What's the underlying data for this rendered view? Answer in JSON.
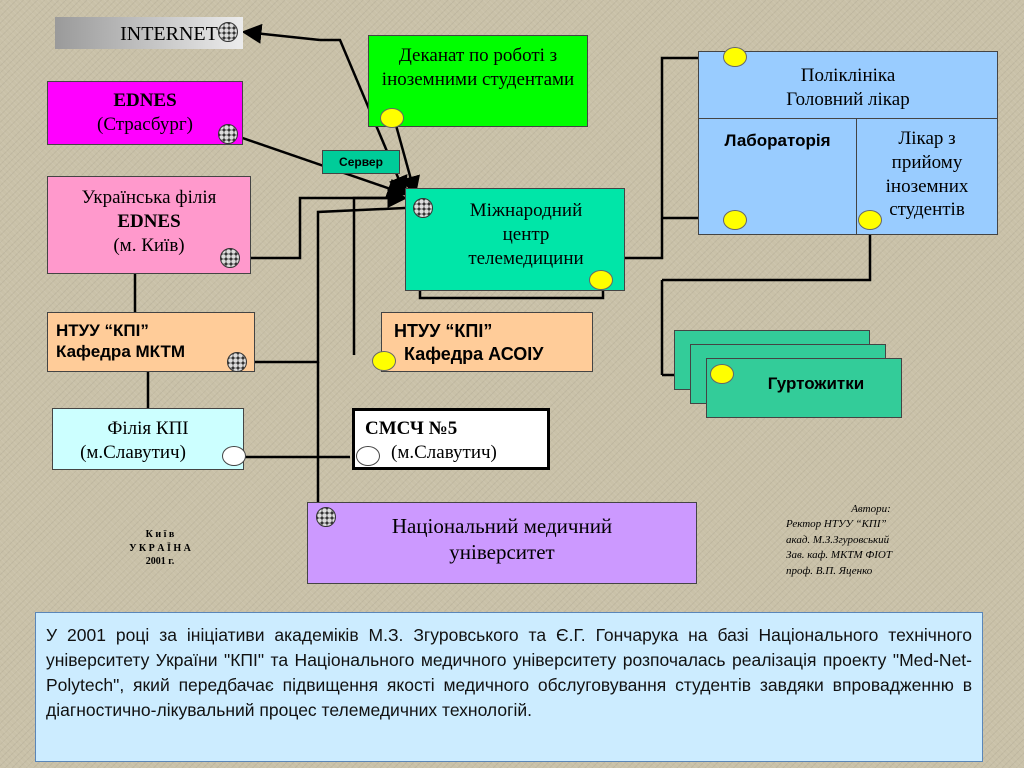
{
  "internet": {
    "label": "INTERNET"
  },
  "ednes": {
    "title": "EDNES",
    "city": "(Страсбург)"
  },
  "ukr_ednes": {
    "line1": "Українська філія",
    "line2": "EDNES",
    "line3": "(м. Київ)"
  },
  "ntuu_mktm": {
    "line1": "НТУУ “КПІ”",
    "line2": "Кафедра МКТМ"
  },
  "filia_kpi": {
    "line1": "Філія КПІ",
    "line2": "(м.Славутич)"
  },
  "dekanat": {
    "text": "Деканат по роботі з іноземними студентами"
  },
  "server": {
    "label": "Сервер"
  },
  "center": {
    "line1": "Міжнародний",
    "line2": "центр",
    "line3": "телемедицини"
  },
  "ntuu_asoiu": {
    "line1": "НТУУ “КПІ”",
    "line2": "Кафедра АСОІУ"
  },
  "smsch": {
    "line1": "СМСЧ №5",
    "line2": "(м.Славутич)"
  },
  "med_univ": {
    "line1": "Національний медичний",
    "line2": "університет"
  },
  "clinic": {
    "line1": "Поліклініка",
    "line2": "Головний лікар",
    "lab": "Лабораторія",
    "doctor": [
      "Лікар з",
      "прийому",
      "іноземних",
      "студентів"
    ]
  },
  "dorms": {
    "label": "Гуртожитки"
  },
  "place": {
    "line1": "К и ї в",
    "line2": "У К Р А Ї Н А",
    "line3": "2001 г."
  },
  "authors": {
    "title": "Автори:",
    "line1": "Ректор НТУУ “КПІ”",
    "line2": "акад. М.З.Згуровський",
    "line3": "Зав. каф. МКТМ ФІОТ",
    "line4": "проф. В.П. Яценко"
  },
  "description": "У 2001 році за ініціативи академіків М.З. Згуровського та Є.Г. Гончарука на базі Національного технічного університету України \"КПІ\" та Національного медичного університету розпочалась реалізація проекту \"Med-Net-Polytech\", який передбачає підвищення якості медичного обслуговування студентів завдяки впровадженню в діагностично-лікувальний процес телемедичних технологій.",
  "colors": {
    "background": "#c9c1a8",
    "ednes": "#ff00ff",
    "ukr_ednes": "#ff99cc",
    "ntuu": "#ffcc99",
    "filia": "#ccffff",
    "dekanat": "#00ff00",
    "server": "#00cc99",
    "center": "#00e6a8",
    "med_univ": "#cc99ff",
    "clinic": "#99ccff",
    "dorms": "#33cc99",
    "description": "#ccecff"
  },
  "icons": [
    "network-node-icon",
    "yellow-connector-icon",
    "white-connector-icon"
  ]
}
